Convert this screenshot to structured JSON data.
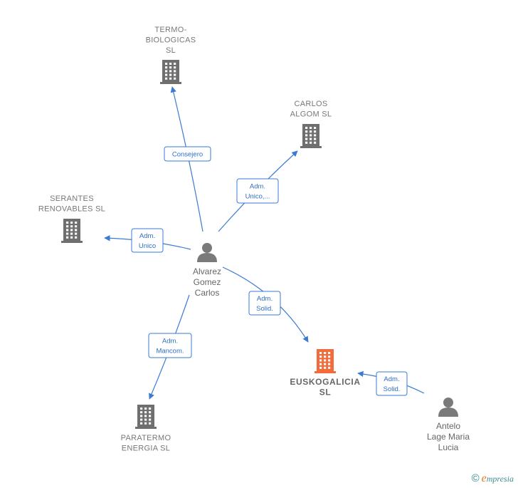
{
  "colors": {
    "edge": "#3a7bd5",
    "company_icon": "#6f6f6f",
    "focus_company_icon": "#f26b3a",
    "person_icon": "#7a7a7a"
  },
  "nodes": {
    "termo": {
      "lines": [
        "TERMO-",
        "BIOLOGICAS",
        "SL"
      ],
      "kind": "company"
    },
    "carlos_algom": {
      "lines": [
        "CARLOS",
        "ALGOM  SL"
      ],
      "kind": "company"
    },
    "serantes": {
      "lines": [
        "SERANTES",
        "RENOVABLES SL"
      ],
      "kind": "company"
    },
    "paratermo": {
      "lines": [
        "PARATERMO",
        "ENERGIA SL"
      ],
      "kind": "company"
    },
    "euskogalicia": {
      "lines": [
        "EUSKOGALICIA",
        "SL"
      ],
      "kind": "focus-company"
    },
    "alvarez": {
      "lines": [
        "Alvarez",
        "Gomez",
        "Carlos"
      ],
      "kind": "person"
    },
    "antelo": {
      "lines": [
        "Antelo",
        "Lage Maria",
        "Lucia"
      ],
      "kind": "person"
    }
  },
  "edges": [
    {
      "id": "consejero",
      "from": "alvarez",
      "to": "termo",
      "lines": [
        "Consejero"
      ]
    },
    {
      "id": "adm-unico-carlos",
      "from": "alvarez",
      "to": "carlos_algom",
      "lines": [
        "Adm.",
        "Unico,..."
      ]
    },
    {
      "id": "adm-unico-serantes",
      "from": "alvarez",
      "to": "serantes",
      "lines": [
        "Adm.",
        "Unico"
      ]
    },
    {
      "id": "adm-solid-alvarez",
      "from": "alvarez",
      "to": "euskogalicia",
      "lines": [
        "Adm.",
        "Solid."
      ]
    },
    {
      "id": "adm-mancom",
      "from": "alvarez",
      "to": "paratermo",
      "lines": [
        "Adm.",
        "Mancom."
      ]
    },
    {
      "id": "adm-solid-antelo",
      "from": "antelo",
      "to": "euskogalicia",
      "lines": [
        "Adm.",
        "Solid."
      ]
    }
  ],
  "footer": {
    "copyright": "©",
    "brand_initial": "e",
    "brand_rest": "mpresia"
  }
}
